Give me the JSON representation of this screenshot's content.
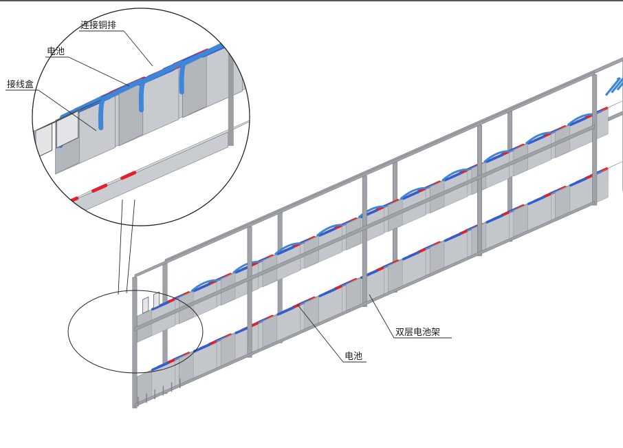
{
  "labels": {
    "copper_bar": "连接铜排",
    "battery_top": "电池",
    "junction_box": "接线盒",
    "rack": "双层电池架",
    "battery_bottom": "电池"
  },
  "colors": {
    "frame": "#9fa3a8",
    "battery_top": "#dcdfe2",
    "battery_side": "#c3c7cc",
    "positive": "#e0222c",
    "negative": "#2f5fd0",
    "connector": "#3d86d8"
  },
  "rack": {
    "tiers": 2,
    "modules": 4
  }
}
